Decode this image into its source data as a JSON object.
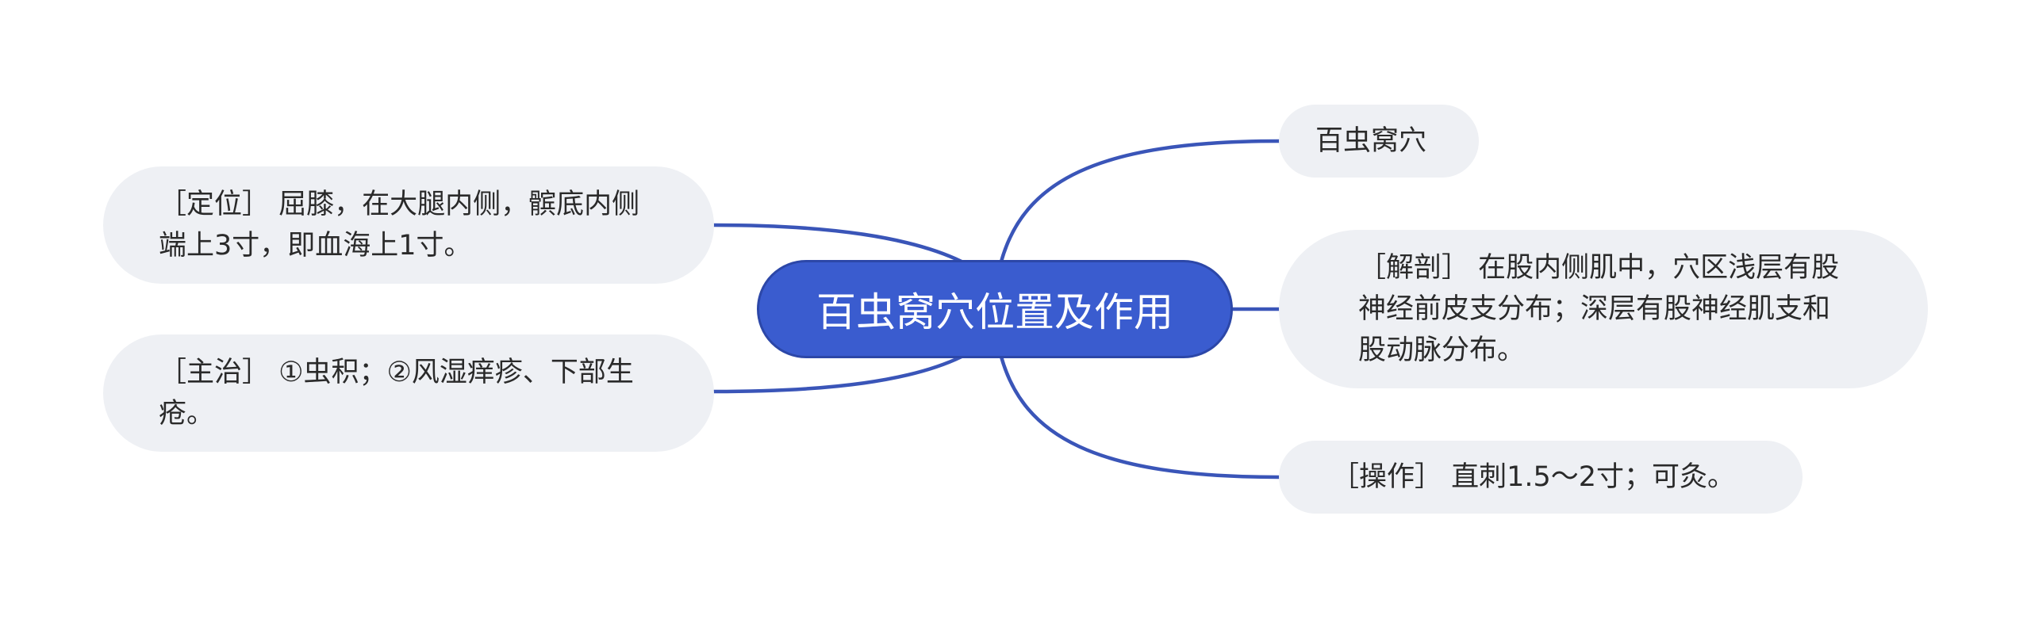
{
  "central": {
    "title": "百虫窝穴位置及作用"
  },
  "branches": {
    "location": "［定位］ 屈膝，在大腿内侧，髌底内侧端上3寸，即血海上1寸。",
    "indication": "［主治］ ①虫积；②风湿痒疹、下部生疮。",
    "name": "百虫窝穴",
    "anatomy": "［解剖］ 在股内侧肌中，穴区浅层有股神经前皮支分布；深层有股神经肌支和股动脉分布。",
    "operation": "［操作］ 直刺1.5～2寸；可灸。"
  },
  "colors": {
    "central_fill": "#3a5ccf",
    "connector": "#3a55b8",
    "node_fill": "#eef0f4",
    "text": "#2a2a2a"
  }
}
